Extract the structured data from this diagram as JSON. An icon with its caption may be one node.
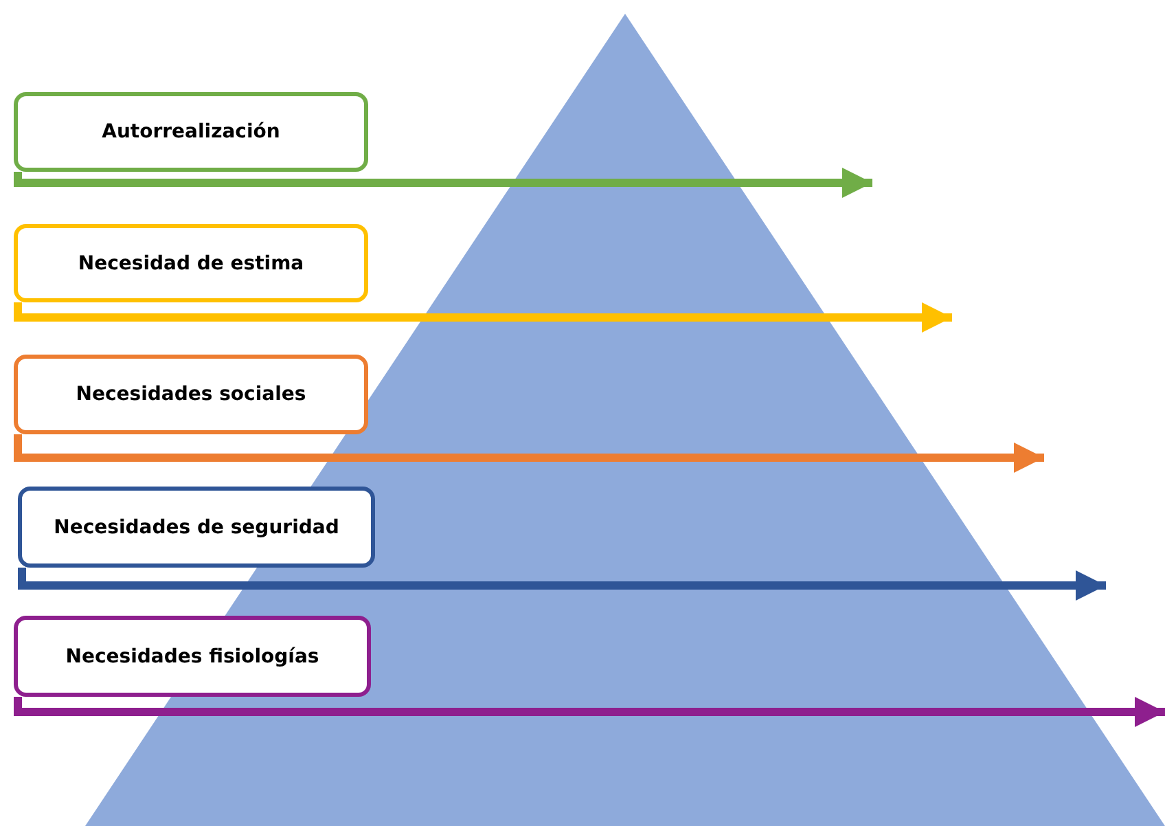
{
  "diagram": {
    "nodes": [
      {
        "text": [
          "Autorrealización"
        ]
      },
      {
        "text": [
          "Necesidad de estima"
        ]
      },
      {
        "text": [
          "Necesidades sociales"
        ]
      },
      {
        "text": [
          "Necesidades de seguridad"
        ]
      },
      {
        "text": [
          "Necesidades fisiologías"
        ]
      },
      {
        "text": [],
        "shape": "triangle"
      }
    ],
    "edges": [
      {
        "from": 0,
        "to": null,
        "arrow": "to",
        "color": "#70ad47"
      },
      {
        "from": 1,
        "to": null,
        "arrow": "to",
        "color": "#ffc000"
      },
      {
        "from": 2,
        "to": null,
        "arrow": "to",
        "color": "#ed7d31"
      },
      {
        "from": 3,
        "to": null,
        "arrow": "to",
        "color": "#2f5597"
      },
      {
        "from": 4,
        "to": null,
        "arrow": "to",
        "color": "#8e1f8e"
      }
    ]
  }
}
